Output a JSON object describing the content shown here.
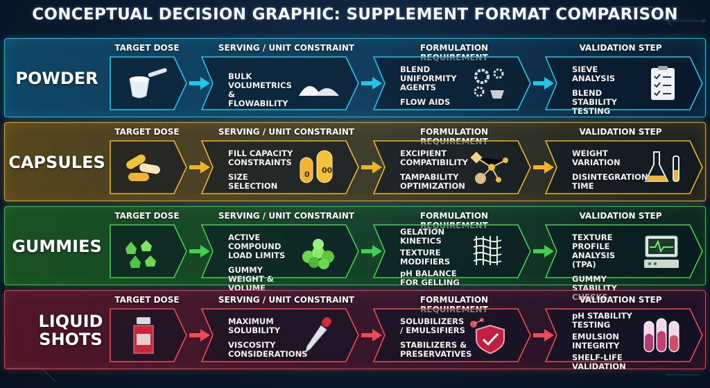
{
  "title": "CONCEPTUAL DECISION GRAPHIC: SUPPLEMENT FORMAT COMPARISON",
  "columns": [
    "TARGET DOSE",
    "SERVING / UNIT CONSTRAINT",
    "FORMULATION REQUIREMENT",
    "VALIDATION STEP"
  ],
  "rows": [
    {
      "label": "POWDER",
      "color": "#1ec8e8",
      "serving": [
        "BULK VOLUMETRICS & FLOWABILITY"
      ],
      "formulation": [
        "BLEND UNIFORMITY AGENTS",
        "FLOW AIDS"
      ],
      "validation": [
        "SIEVE ANALYSIS",
        "BLEND STABILITY TESTING"
      ],
      "icons": {
        "dose": "measuring-scoop-icon",
        "serving": "powder-pile-icon",
        "formulation": "gears-icon",
        "validation": "clipboard-checklist-icon"
      }
    },
    {
      "label": "CAPSULES",
      "color": "#f0b429",
      "serving": [
        "FILL CAPACITY CONSTRAINTS",
        "SIZE SELECTION"
      ],
      "formulation": [
        "EXCIPIENT COMPATIBILITY",
        "TAMPABILITY OPTIMIZATION"
      ],
      "validation": [
        "WEIGHT VARIATION",
        "DISINTEGRATION TIME"
      ],
      "icons": {
        "dose": "capsules-icon",
        "serving": "capsule-sizes-icon",
        "formulation": "molecule-icon",
        "validation": "flask-icon"
      },
      "capsule_sizes": [
        "0",
        "00"
      ]
    },
    {
      "label": "GUMMIES",
      "color": "#3fd24a",
      "serving": [
        "ACTIVE COMPOUND LOAD LIMITS",
        "GUMMY WEIGHT & VOLUME"
      ],
      "formulation": [
        "GELATION KINETICS",
        "TEXTURE MODIFIERS",
        "pH BALANCE FOR GELLING"
      ],
      "validation": [
        "TEXTURE PROFILE ANALYSIS (TPA)",
        "GUMMY STABILITY CHECKS"
      ],
      "icons": {
        "dose": "gummies-icon",
        "serving": "gummy-pile-icon",
        "formulation": "mesh-icon",
        "validation": "analyzer-monitor-icon"
      }
    },
    {
      "label": "LIQUID SHOTS",
      "color": "#f04a55",
      "serving": [
        "MAXIMUM SOLUBILITY",
        "VISCOSITY CONSIDERATIONS"
      ],
      "formulation": [
        "SOLUBILIZERS / EMULSIFIERS",
        "STABILIZERS & PRESERVATIVES"
      ],
      "validation": [
        "pH STABILITY TESTING",
        "EMULSION INTEGRITY",
        "SHELF-LIFE VALIDATION"
      ],
      "icons": {
        "dose": "bottle-icon",
        "serving": "dropper-icon",
        "formulation": "shield-molecule-icon",
        "validation": "test-tubes-icon"
      }
    }
  ]
}
